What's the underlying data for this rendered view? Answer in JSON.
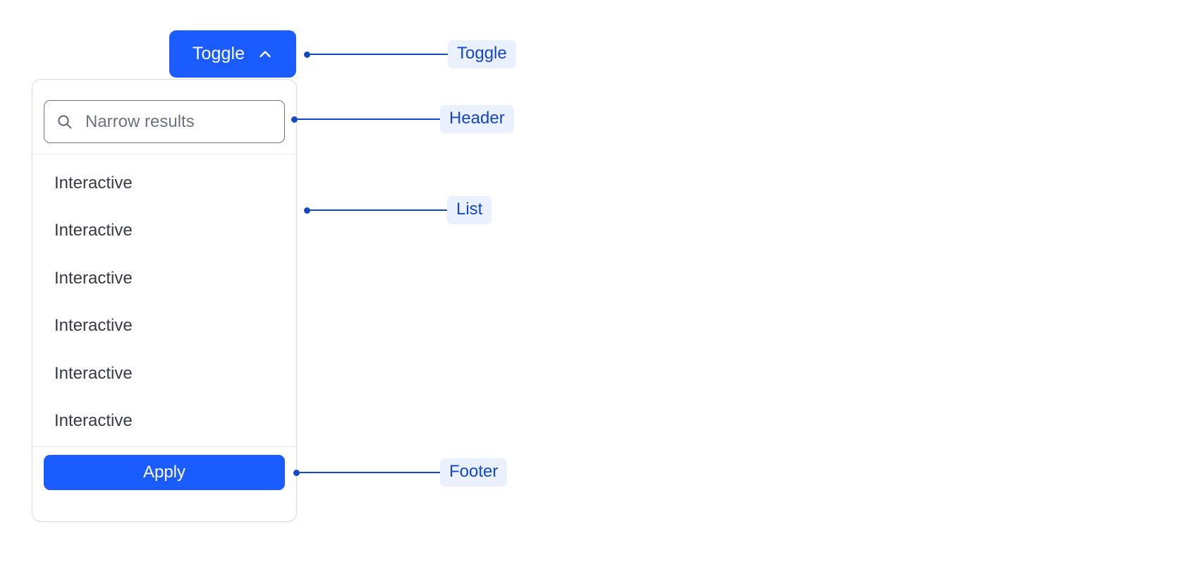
{
  "toggle": {
    "label": "Toggle",
    "icon": "chevron-up-icon",
    "background": "#1A5CFF",
    "text_color": "#FFFFFF"
  },
  "dropdown": {
    "header": {
      "search": {
        "icon": "search-icon",
        "placeholder": "Narrow results",
        "value": ""
      }
    },
    "list": {
      "items": [
        {
          "label": "Interactive"
        },
        {
          "label": "Interactive"
        },
        {
          "label": "Interactive"
        },
        {
          "label": "Interactive"
        },
        {
          "label": "Interactive"
        },
        {
          "label": "Interactive"
        }
      ]
    },
    "footer": {
      "apply_label": "Apply",
      "apply_background": "#1A5CFF"
    }
  },
  "annotations": [
    {
      "label": "Toggle",
      "target": "toggle-button"
    },
    {
      "label": "Header",
      "target": "dropdown-header"
    },
    {
      "label": "List",
      "target": "dropdown-list"
    },
    {
      "label": "Footer",
      "target": "dropdown-footer"
    }
  ],
  "colors": {
    "accent": "#1A5CFF",
    "annotation_line": "#1347C4",
    "annotation_badge_bg": "#EAF0FE",
    "annotation_text": "#1347C4",
    "panel_border": "#D9DBE0",
    "divider": "#E7E8EC",
    "item_text": "#343A46",
    "placeholder_text": "#6B7280",
    "page_background": "#FFFFFF"
  }
}
